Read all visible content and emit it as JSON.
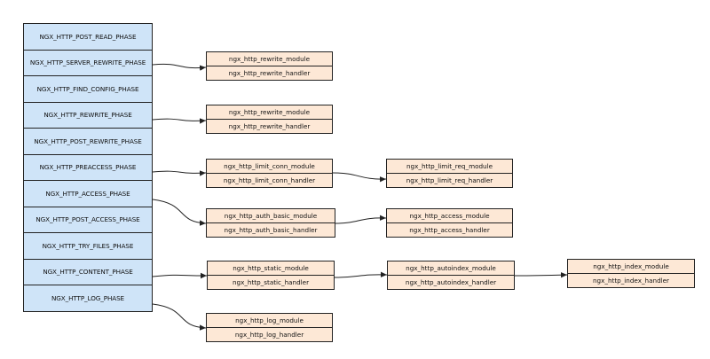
{
  "phases": [
    "NGX_HTTP_POST_READ_PHASE",
    "NGX_HTTP_SERVER_REWRITE_PHASE",
    "NGX_HTTP_FIND_CONFIG_PHASE",
    "NGX_HTTP_REWRITE_PHASE",
    "NGX_HTTP_POST_REWRITE_PHASE",
    "NGX_HTTP_PREACCESS_PHASE",
    "NGX_HTTP_ACCESS_PHASE",
    "NGX_HTTP_POST_ACCESS_PHASE",
    "NGX_HTTP_TRY_FILES_PHASE",
    "NGX_HTTP_CONTENT_PHASE",
    "NGX_HTTP_LOG_PHASE"
  ],
  "modules": {
    "server_rewrite": {
      "module": "ngx_http_rewrite_module",
      "handler": "ngx_http_rewrite_handler"
    },
    "rewrite": {
      "module": "ngx_http_rewrite_module",
      "handler": "ngx_http_rewrite_handler"
    },
    "limit_conn": {
      "module": "ngx_http_limit_conn_module",
      "handler": "ngx_http_limit_conn_handler"
    },
    "limit_req": {
      "module": "ngx_http_limit_req_module",
      "handler": "ngx_http_limit_req_handler"
    },
    "auth_basic": {
      "module": "ngx_http_auth_basic_module",
      "handler": "ngx_http_auth_basic_handler"
    },
    "access": {
      "module": "ngx_http_access_module",
      "handler": "ngx_http_access_handler"
    },
    "static": {
      "module": "ngx_http_static_module",
      "handler": "ngx_http_static_handler"
    },
    "autoindex": {
      "module": "ngx_http_autoindex_module",
      "handler": "ngx_http_autoindex_handler"
    },
    "index": {
      "module": "ngx_http_index_module",
      "handler": "ngx_http_index_handler"
    },
    "log": {
      "module": "ngx_http_log_module",
      "handler": "ngx_http_log_handler"
    }
  },
  "colors": {
    "phase_fill": "#cfe4f8",
    "module_fill": "#fde8d6",
    "stroke": "#222222"
  }
}
